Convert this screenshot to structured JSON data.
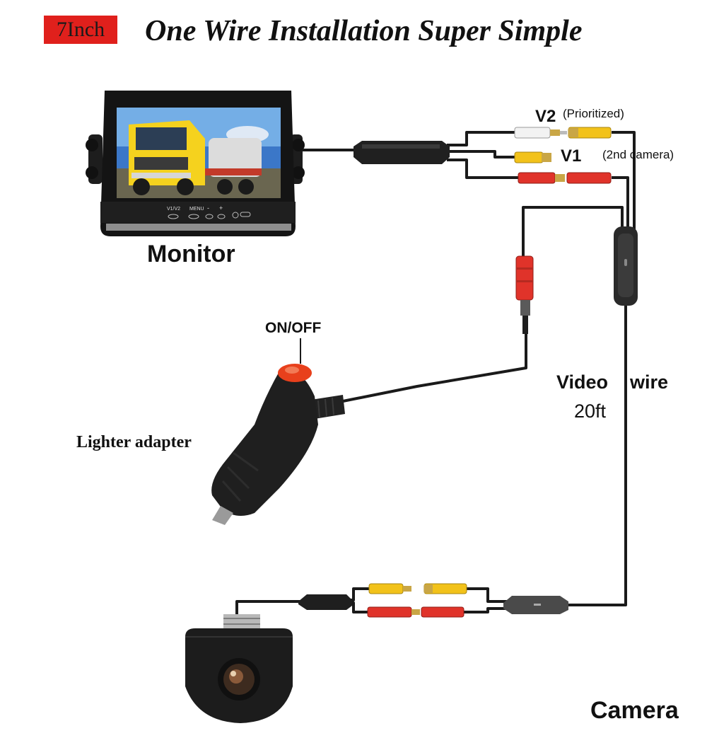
{
  "header": {
    "badge": "7Inch",
    "title": "One Wire Installation Super Simple"
  },
  "labels": {
    "monitor": "Monitor",
    "v2": "V2",
    "prioritized": "(Prioritized)",
    "v1": "V1",
    "second_camera": "(2nd camera)",
    "on_off": "ON/OFF",
    "video_wire_a": "Video",
    "video_wire_b": "wire",
    "length": "20ft",
    "lighter_adapter": "Lighter adapter",
    "camera": "Camera"
  },
  "monitor_buttons": {
    "v1v2": "V1/V2",
    "menu": "MENU",
    "minus": "-",
    "plus": "+"
  },
  "colors": {
    "cable": "#1a1a1a",
    "rca_yellow": "#f2c21a",
    "rca_red": "#e0332a",
    "rca_white": "#f2f2f2",
    "switch_red": "#e8401c",
    "badge_red": "#e0201c",
    "truck_yellow": "#f5d21e"
  }
}
